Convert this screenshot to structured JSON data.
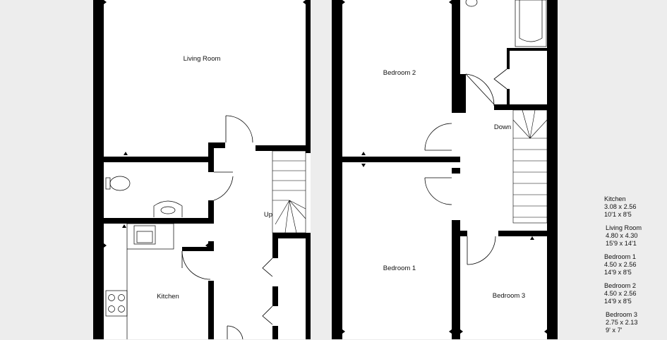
{
  "rooms": {
    "living_room": "Living Room",
    "bedroom_2": "Bedroom 2",
    "bedroom_1": "Bedroom 1",
    "bedroom_3": "Bedroom 3",
    "kitchen": "Kitchen",
    "down": "Down",
    "up": "Up"
  },
  "legend": [
    {
      "name": "Kitchen",
      "metric": "3.08 x 2.56",
      "imperial": "10'1 x 8'5"
    },
    {
      "name": "Living Room",
      "metric": "4.80 x 4.30",
      "imperial": "15'9 x 14'1"
    },
    {
      "name": "Bedroom 1",
      "metric": "4.50 x 2.56",
      "imperial": "14'9 x 8'5"
    },
    {
      "name": "Bedroom 2",
      "metric": "4.50 x 2.56",
      "imperial": "14'9 x 8'5"
    },
    {
      "name": "Bedroom 3",
      "metric": "2.75 x 2.13",
      "imperial": "9' x 7'"
    }
  ],
  "colors": {
    "wall": "#000000",
    "floor": "#ffffff",
    "background": "#ededed"
  }
}
